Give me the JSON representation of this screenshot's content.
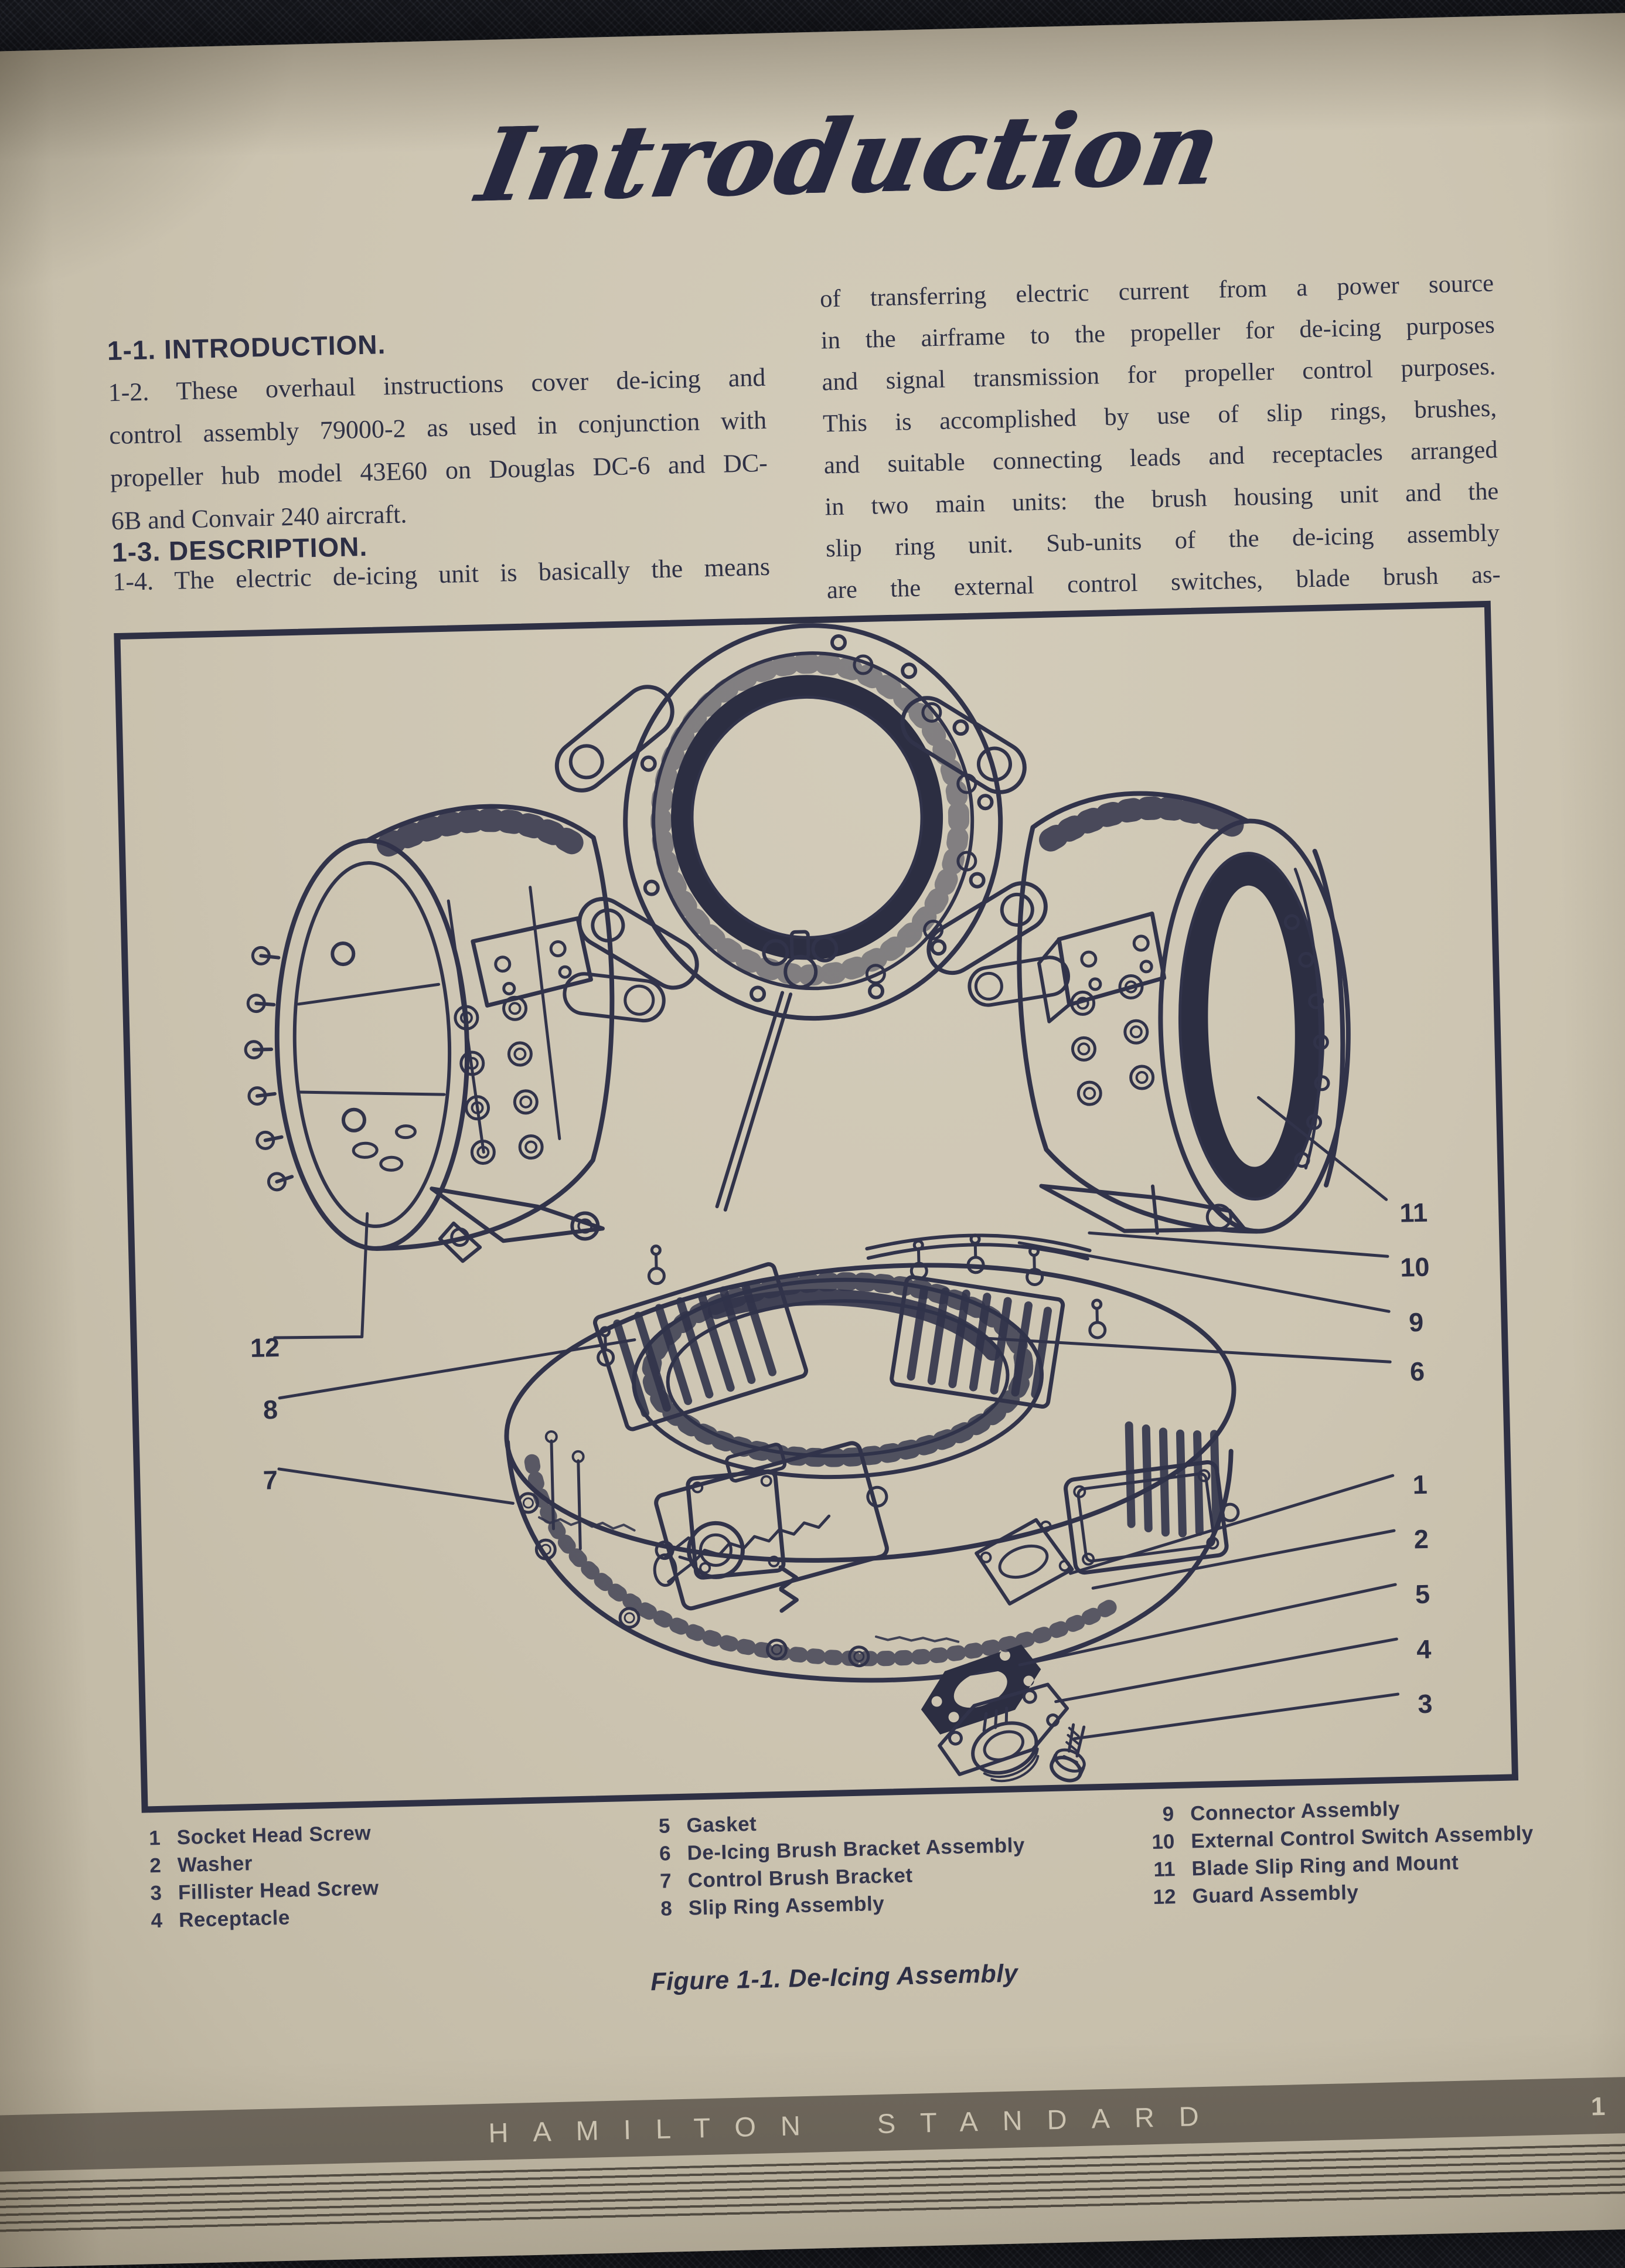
{
  "title": "Introduction",
  "left_column": {
    "heading1": "1-1. INTRODUCTION.",
    "para1_lines": [
      "1-2. These overhaul instructions cover de-icing and",
      "control assembly 79000-2 as used in conjunction with",
      "propeller hub model 43E60 on Douglas DC-6 and DC-",
      "6B and Convair 240 aircraft."
    ],
    "heading2": "1-3. DESCRIPTION.",
    "para2_lines": [
      "1-4. The electric de-icing unit is basically the means"
    ]
  },
  "right_column": {
    "lines": [
      "of transferring electric current from a power source",
      "in the airframe to the propeller for de-icing purposes",
      "and signal transmission for propeller control purposes.",
      "This is accomplished by use of slip rings, brushes,",
      "and suitable connecting leads and receptacles arranged",
      "in two main units: the brush housing unit and the",
      "slip ring unit. Sub-units of the de-icing assembly",
      "are the external control switches, blade brush as-"
    ]
  },
  "figure": {
    "caption": "Figure 1-1.  De-Icing Assembly",
    "callouts": [
      "12",
      "8",
      "7",
      "11",
      "10",
      "9",
      "6",
      "1",
      "2",
      "5",
      "4",
      "3"
    ],
    "parts": [
      {
        "num": "1",
        "label": "Socket Head Screw"
      },
      {
        "num": "2",
        "label": "Washer"
      },
      {
        "num": "3",
        "label": "Fillister Head Screw"
      },
      {
        "num": "4",
        "label": "Receptacle"
      },
      {
        "num": "5",
        "label": "Gasket"
      },
      {
        "num": "6",
        "label": "De-Icing Brush Bracket Assembly"
      },
      {
        "num": "7",
        "label": "Control Brush Bracket"
      },
      {
        "num": "8",
        "label": "Slip Ring Assembly"
      },
      {
        "num": "9",
        "label": "Connector Assembly"
      },
      {
        "num": "10",
        "label": "External Control Switch Assembly"
      },
      {
        "num": "11",
        "label": "Blade Slip Ring and Mount"
      },
      {
        "num": "12",
        "label": "Guard Assembly"
      }
    ]
  },
  "footer": {
    "brand": "HAMILTON STANDARD",
    "page_number": "1"
  },
  "colors": {
    "paper": "#cdc5b2",
    "ink": "#2f3145",
    "band": "#6e675c",
    "band_text": "#d5cdba",
    "fabric": "#14151a",
    "stripe": "#3e3932"
  }
}
